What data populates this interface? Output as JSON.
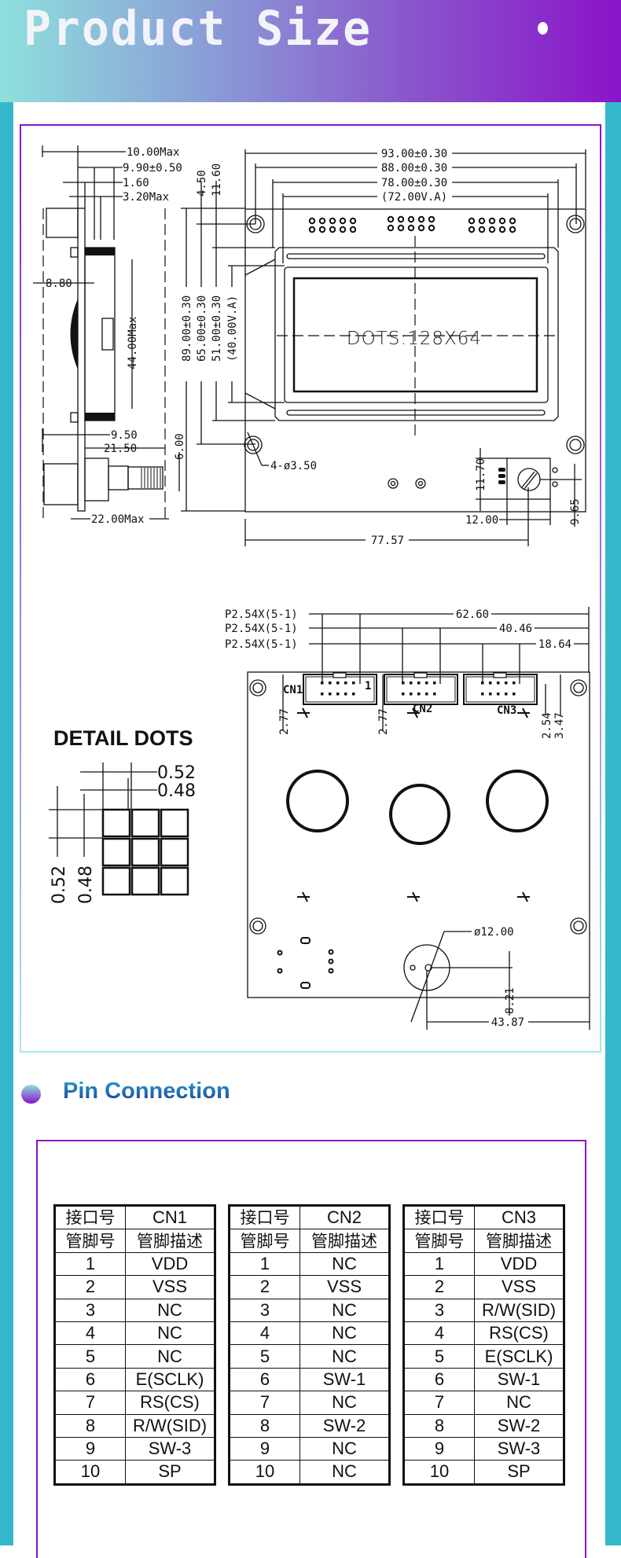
{
  "header": {
    "title": "Product Size"
  },
  "drawing": {
    "side": {
      "d1": "10.00Max",
      "d2": "9.90±0.50",
      "d3": "1.60",
      "d4": "3.20Max",
      "d5": "8.80",
      "d6": "44.00Max",
      "d7": "9.50",
      "d8": "21.50",
      "d9": "6.00",
      "d10": "22.00Max"
    },
    "front": {
      "w1": "93.00±0.30",
      "w2": "88.00±0.30",
      "w3": "78.00±0.30",
      "w4": "(72.00V.A)",
      "h1": "89.00±0.30",
      "h2": "65.00±0.30",
      "h3": "51.00±0.30",
      "h4": "(40.00V.A)",
      "h5": "4.50",
      "h6": "11.60",
      "dots": "DOTS:128X64",
      "holes": "4-ø3.50",
      "p1": "11.70",
      "p2": "12.00",
      "p3": "9.65",
      "p4": "77.57"
    },
    "back": {
      "pitch": [
        "P2.54X(5-1)",
        "P2.54X(5-1)",
        "P2.54X(5-1)"
      ],
      "dist": [
        "62.60",
        "40.46",
        "18.64"
      ],
      "cn": [
        "CN1",
        "CN2",
        "CN3"
      ],
      "v1": "2.77",
      "v2": "2.77",
      "v3": "2.54",
      "v4": "3.47",
      "buzzer": "ø12.00",
      "b1": "8.21",
      "b2": "43.87",
      "pin1": "1"
    },
    "detail": {
      "title": "DETAIL DOTS",
      "a": "0.52",
      "b": "0.48",
      "c": "0.52",
      "d": "0.48"
    }
  },
  "pin_section": {
    "title": "Pin Connection"
  },
  "tables": [
    {
      "h1": "接口号",
      "name": "CN1",
      "h2": "管脚号",
      "h3": "管脚描述",
      "rows": [
        [
          "1",
          "VDD"
        ],
        [
          "2",
          "VSS"
        ],
        [
          "3",
          "NC"
        ],
        [
          "4",
          "NC"
        ],
        [
          "5",
          "NC"
        ],
        [
          "6",
          "E(SCLK)"
        ],
        [
          "7",
          "RS(CS)"
        ],
        [
          "8",
          "R/W(SID)"
        ],
        [
          "9",
          "SW-3"
        ],
        [
          "10",
          "SP"
        ]
      ]
    },
    {
      "h1": "接口号",
      "name": "CN2",
      "h2": "管脚号",
      "h3": "管脚描述",
      "rows": [
        [
          "1",
          "NC"
        ],
        [
          "2",
          "VSS"
        ],
        [
          "3",
          "NC"
        ],
        [
          "4",
          "NC"
        ],
        [
          "5",
          "NC"
        ],
        [
          "6",
          "SW-1"
        ],
        [
          "7",
          "NC"
        ],
        [
          "8",
          "SW-2"
        ],
        [
          "9",
          "NC"
        ],
        [
          "10",
          "NC"
        ]
      ]
    },
    {
      "h1": "接口号",
      "name": "CN3",
      "h2": "管脚号",
      "h3": "管脚描述",
      "rows": [
        [
          "1",
          "VDD"
        ],
        [
          "2",
          "VSS"
        ],
        [
          "3",
          "R/W(SID)"
        ],
        [
          "4",
          "RS(CS)"
        ],
        [
          "5",
          "E(SCLK)"
        ],
        [
          "6",
          "SW-1"
        ],
        [
          "7",
          "NC"
        ],
        [
          "8",
          "SW-2"
        ],
        [
          "9",
          "SW-3"
        ],
        [
          "10",
          "SP"
        ]
      ]
    }
  ]
}
